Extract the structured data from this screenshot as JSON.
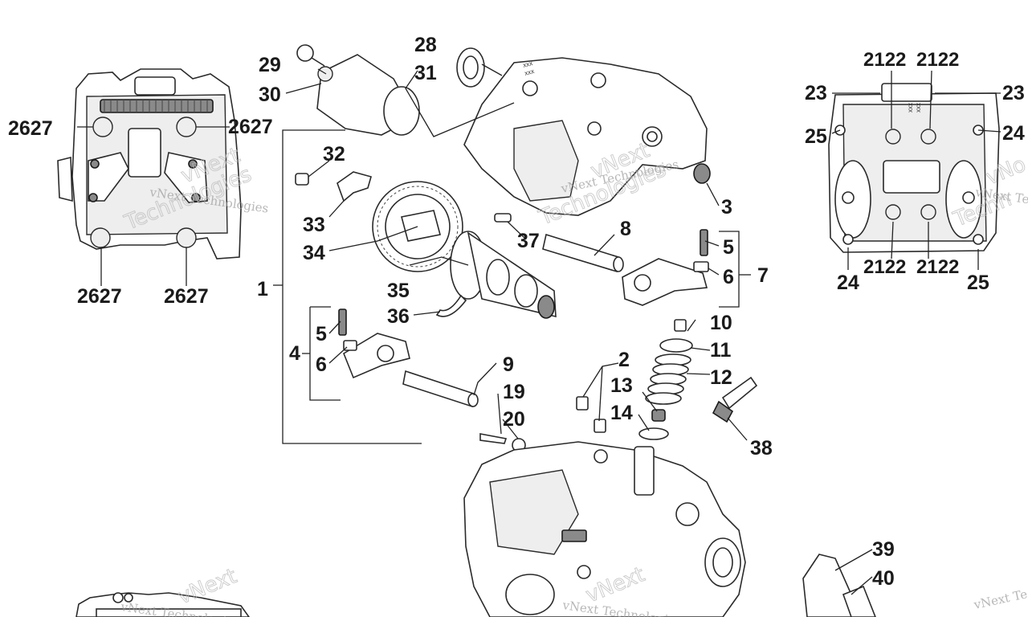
{
  "callouts": {
    "c1": "1",
    "c2": "2",
    "c3": "3",
    "c4": "4",
    "c5a": "5",
    "c5b": "5",
    "c6a": "6",
    "c6b": "6",
    "c7": "7",
    "c8": "8",
    "c9": "9",
    "c10": "10",
    "c11": "11",
    "c12": "12",
    "c13": "13",
    "c14": "14",
    "c19": "19",
    "c20": "20",
    "c2122a": "2122",
    "c2122b": "2122",
    "c2122c": "2122",
    "c2122d": "2122",
    "c23a": "23",
    "c23b": "23",
    "c24a": "24",
    "c24b": "24",
    "c25a": "25",
    "c25b": "25",
    "c2627a": "2627",
    "c2627b": "2627",
    "c2627c": "2627",
    "c2627d": "2627",
    "c28": "28",
    "c29": "29",
    "c30": "30",
    "c31": "31",
    "c32": "32",
    "c33": "33",
    "c34": "34",
    "c35": "35",
    "c36": "36",
    "c37": "37",
    "c38": "38",
    "c39": "39",
    "c40": "40"
  },
  "watermark": {
    "brand_line": "vNext Technologies",
    "brand_big": "vNext",
    "brand_big2": "Technologies",
    "edge_text": "vNext Te",
    "edge_text2": "vNo",
    "edge_text3": "Techn"
  },
  "stamp": {
    "marks": "xxx"
  }
}
